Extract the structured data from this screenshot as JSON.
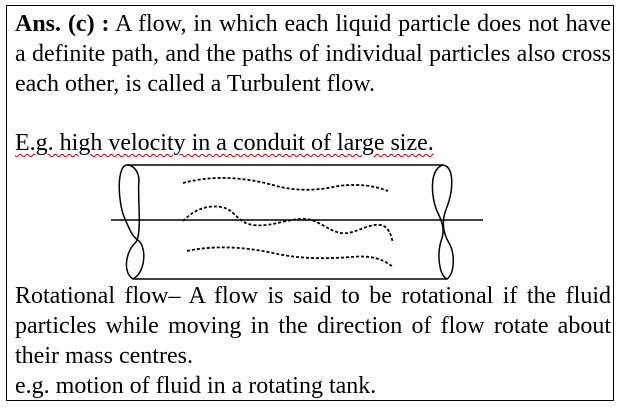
{
  "answer": {
    "label": "Ans. (c) :",
    "text": "A flow, in which each liquid particle does not have a definite path, and the paths of individual particles also cross each other, is called a Turbulent flow."
  },
  "example_turbulent": "E.g. high velocity in a conduit of large size.",
  "rotational": {
    "text": "Rotational flow– A flow is said to be rotational if the fluid particles while moving in the direction of flow rotate about their mass centres."
  },
  "example_rotational": "e.g. motion of fluid in a rotating tank.",
  "colors": {
    "text": "#000000",
    "spellcheck_underline": "#c00000"
  },
  "diagram": {
    "subject": "turbulent-flow-pipe",
    "streamlines": 3
  }
}
